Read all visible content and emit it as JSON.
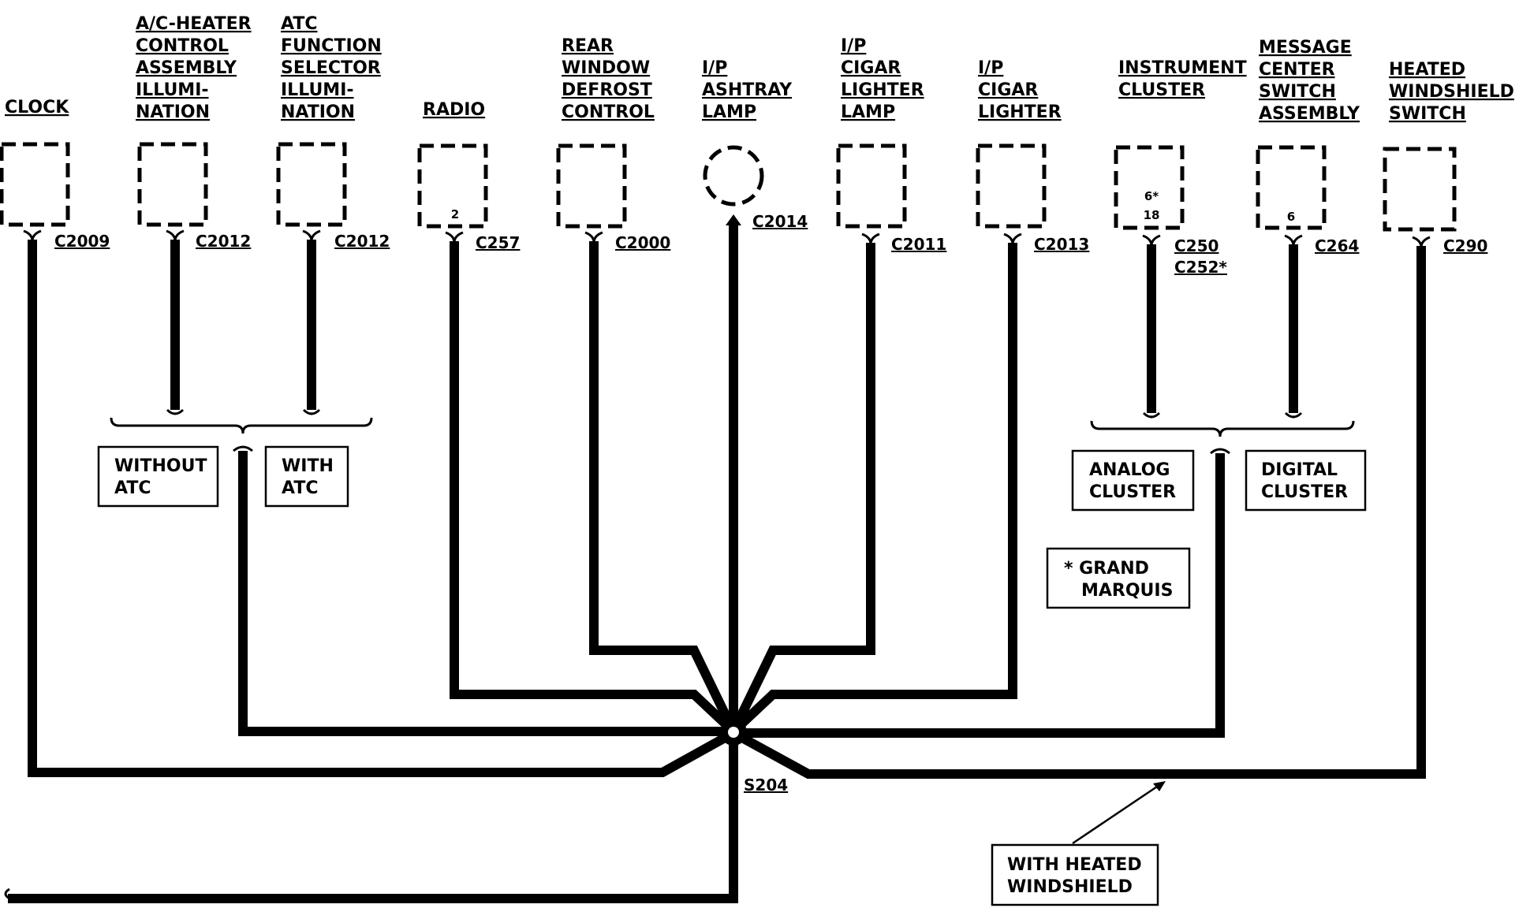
{
  "components": [
    {
      "id": "clock",
      "label": [
        "CLOCK"
      ],
      "connector": [
        "C2009"
      ],
      "pins": []
    },
    {
      "id": "ac-heater",
      "label": [
        "A/C-HEATER",
        "CONTROL",
        "ASSEMBLY",
        "ILLUMI-",
        "NATION"
      ],
      "connector": [
        "C2012"
      ],
      "pins": []
    },
    {
      "id": "atc-selector",
      "label": [
        "ATC",
        "FUNCTION",
        "SELECTOR",
        "ILLUMI-",
        "NATION"
      ],
      "connector": [
        "C2012"
      ],
      "pins": []
    },
    {
      "id": "radio",
      "label": [
        "RADIO"
      ],
      "connector": [
        "C257"
      ],
      "pins": [
        "2"
      ]
    },
    {
      "id": "rear-defrost",
      "label": [
        "REAR",
        "WINDOW",
        "DEFROST",
        "CONTROL"
      ],
      "connector": [
        "C2000"
      ],
      "pins": []
    },
    {
      "id": "ashtray-lamp",
      "label": [
        "I/P",
        "ASHTRAY",
        "LAMP"
      ],
      "connector": [
        "C2014"
      ],
      "pins": []
    },
    {
      "id": "cigar-lighter-lamp",
      "label": [
        "I/P",
        "CIGAR",
        "LIGHTER",
        "LAMP"
      ],
      "connector": [
        "C2011"
      ],
      "pins": []
    },
    {
      "id": "cigar-lighter",
      "label": [
        "I/P",
        "CIGAR",
        "LIGHTER"
      ],
      "connector": [
        "C2013"
      ],
      "pins": []
    },
    {
      "id": "instrument-cluster",
      "label": [
        "INSTRUMENT",
        "CLUSTER"
      ],
      "connector": [
        "C250",
        "C252*"
      ],
      "pins": [
        "6*",
        "18"
      ]
    },
    {
      "id": "message-center",
      "label": [
        "MESSAGE",
        "CENTER",
        "SWITCH",
        "ASSEMBLY"
      ],
      "connector": [
        "C264"
      ],
      "pins": [
        "6"
      ]
    },
    {
      "id": "heated-windshield-switch",
      "label": [
        "HEATED",
        "WINDSHIELD",
        "SWITCH"
      ],
      "connector": [
        "C290"
      ],
      "pins": []
    }
  ],
  "notes": {
    "without_atc": [
      "WITHOUT",
      "ATC"
    ],
    "with_atc": [
      "WITH",
      "ATC"
    ],
    "analog_cluster": [
      "ANALOG",
      "CLUSTER"
    ],
    "digital_cluster": [
      "DIGITAL",
      "CLUSTER"
    ],
    "grand_marquis": [
      "* GRAND",
      "MARQUIS"
    ],
    "with_heated_windshield": [
      "WITH HEATED",
      "WINDSHIELD"
    ]
  },
  "splice": {
    "label": "S204"
  }
}
